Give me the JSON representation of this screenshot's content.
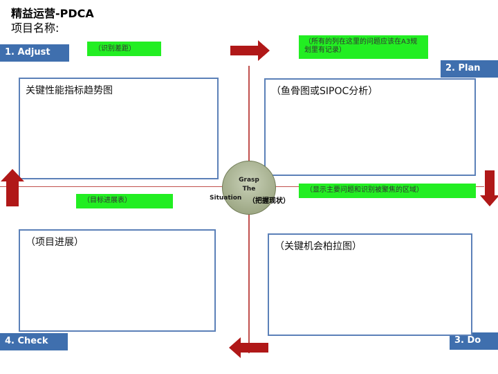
{
  "header": {
    "title": "精益运营-PDCA",
    "subtitle": "项目名称:"
  },
  "quadrants": {
    "adjust": {
      "tag": "1. Adjust",
      "box_label": "关键性能指标趋势图",
      "note": "（识别差距）"
    },
    "plan": {
      "tag": "2. Plan",
      "box_label": "（鱼骨图或SIPOC分析）",
      "note": "（所有的列在这里的问题应该在A3规划里有记录）"
    },
    "do": {
      "tag": "3. Do",
      "box_label": "（关键机会柏拉图）",
      "note": "（显示主要问题和识别被聚焦的区域）"
    },
    "check": {
      "tag": "4. Check",
      "box_label": "（项目进展）",
      "note": "（目标进展表）"
    }
  },
  "center": {
    "line1": "Grasp",
    "line2": "The",
    "line3": "Situation",
    "cn": "（把握现状）"
  },
  "colors": {
    "tag_blue": "#3f6fae",
    "box_border": "#5b80b8",
    "note_green": "#22ee22",
    "arrow_red": "#b01818",
    "axis": "#c0504d"
  },
  "icons": {
    "top": "arrow-right-icon",
    "right": "arrow-down-icon",
    "bottom": "arrow-left-icon",
    "left": "arrow-up-icon"
  }
}
